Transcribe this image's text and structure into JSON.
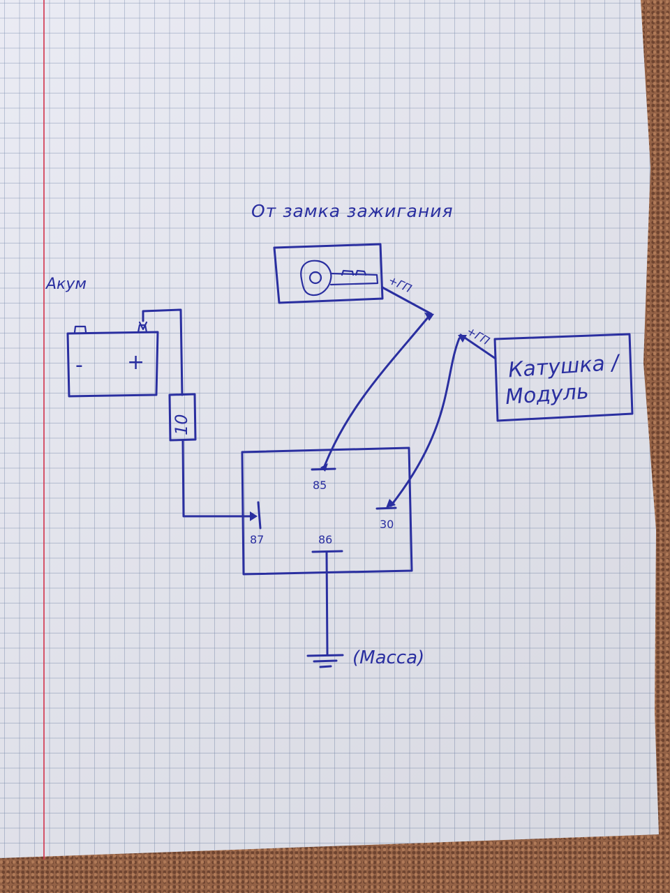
{
  "title": "От замка зажигания",
  "battery": {
    "label": "Акум",
    "minus": "-",
    "plus": "+"
  },
  "fuse": {
    "value": "10"
  },
  "ignition": {
    "wire_label": "+ГП",
    "icon": "key-icon"
  },
  "coil": {
    "line1": "Катушка /",
    "line2": "Модуль",
    "wire_label": "+ГП"
  },
  "relay": {
    "pin_85": "85",
    "pin_86": "86",
    "pin_87": "87",
    "pin_30": "30"
  },
  "ground": {
    "label": "(Масса)",
    "icon": "ground-icon"
  },
  "colors": {
    "ink": "#2a2fa0",
    "paper": "#e9eaf3",
    "margin_line": "#d23a52"
  }
}
